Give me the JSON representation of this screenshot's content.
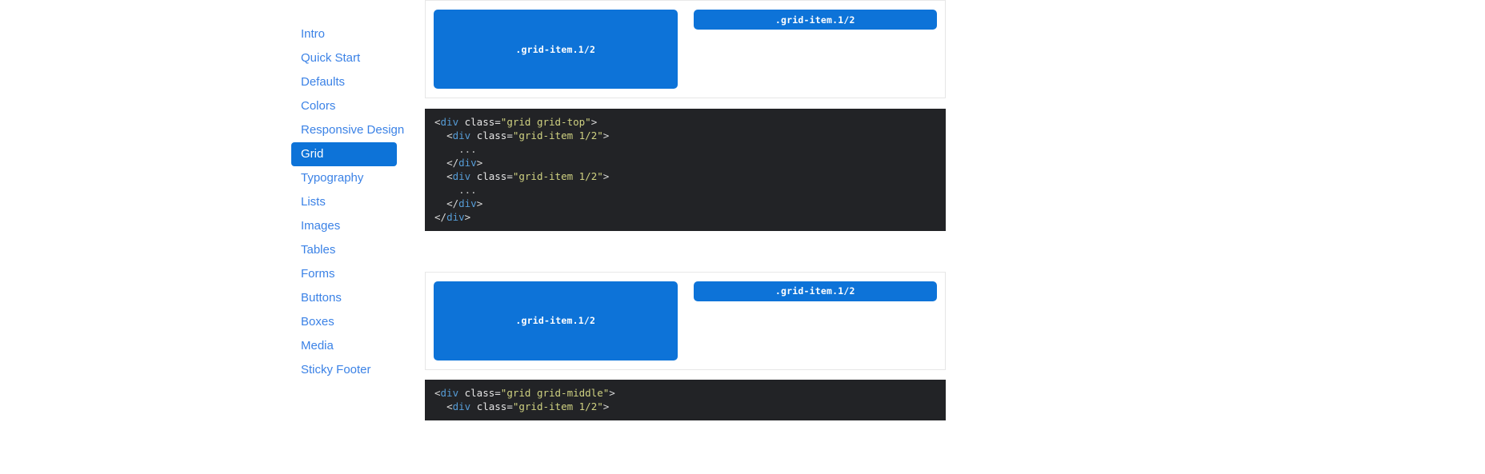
{
  "sidebar": {
    "items": [
      {
        "label": "Intro",
        "active": false
      },
      {
        "label": "Quick Start",
        "active": false
      },
      {
        "label": "Defaults",
        "active": false
      },
      {
        "label": "Colors",
        "active": false
      },
      {
        "label": "Responsive Design",
        "active": false
      },
      {
        "label": "Grid",
        "active": true
      },
      {
        "label": "Typography",
        "active": false
      },
      {
        "label": "Lists",
        "active": false
      },
      {
        "label": "Images",
        "active": false
      },
      {
        "label": "Tables",
        "active": false
      },
      {
        "label": "Forms",
        "active": false
      },
      {
        "label": "Buttons",
        "active": false
      },
      {
        "label": "Boxes",
        "active": false
      },
      {
        "label": "Media",
        "active": false
      },
      {
        "label": "Sticky Footer",
        "active": false
      }
    ]
  },
  "colors": {
    "accent": "#0d73d8",
    "link": "#3b82e6",
    "code_background": "#222326",
    "code_string": "#cfd181",
    "code_tag": "#569cd6",
    "panel_border": "#e6e6e6"
  },
  "demos": [
    {
      "id": "grid-top",
      "items": [
        {
          "label": ".grid-item.1/2",
          "size": "tall"
        },
        {
          "label": ".grid-item.1/2",
          "size": "short"
        }
      ],
      "code": {
        "lines": [
          {
            "indent": 0,
            "parts": [
              {
                "t": "punct",
                "v": "<"
              },
              {
                "t": "tag",
                "v": "div"
              },
              {
                "t": "attr",
                "v": " class="
              },
              {
                "t": "str",
                "v": "\"grid grid-top\""
              },
              {
                "t": "punct",
                "v": ">"
              }
            ]
          },
          {
            "indent": 1,
            "parts": [
              {
                "t": "punct",
                "v": "<"
              },
              {
                "t": "tag",
                "v": "div"
              },
              {
                "t": "attr",
                "v": " class="
              },
              {
                "t": "str",
                "v": "\"grid-item 1/2\""
              },
              {
                "t": "punct",
                "v": ">"
              }
            ]
          },
          {
            "indent": 2,
            "parts": [
              {
                "t": "dots",
                "v": "..."
              }
            ]
          },
          {
            "indent": 1,
            "parts": [
              {
                "t": "punct",
                "v": "</"
              },
              {
                "t": "tag",
                "v": "div"
              },
              {
                "t": "punct",
                "v": ">"
              }
            ]
          },
          {
            "indent": 1,
            "parts": [
              {
                "t": "punct",
                "v": "<"
              },
              {
                "t": "tag",
                "v": "div"
              },
              {
                "t": "attr",
                "v": " class="
              },
              {
                "t": "str",
                "v": "\"grid-item 1/2\""
              },
              {
                "t": "punct",
                "v": ">"
              }
            ]
          },
          {
            "indent": 2,
            "parts": [
              {
                "t": "dots",
                "v": "..."
              }
            ]
          },
          {
            "indent": 1,
            "parts": [
              {
                "t": "punct",
                "v": "</"
              },
              {
                "t": "tag",
                "v": "div"
              },
              {
                "t": "punct",
                "v": ">"
              }
            ]
          },
          {
            "indent": 0,
            "parts": [
              {
                "t": "punct",
                "v": "</"
              },
              {
                "t": "tag",
                "v": "div"
              },
              {
                "t": "punct",
                "v": ">"
              }
            ]
          }
        ]
      }
    },
    {
      "id": "grid-middle",
      "items": [
        {
          "label": ".grid-item.1/2",
          "size": "tall"
        },
        {
          "label": ".grid-item.1/2",
          "size": "short"
        }
      ],
      "code": {
        "lines": [
          {
            "indent": 0,
            "parts": [
              {
                "t": "punct",
                "v": "<"
              },
              {
                "t": "tag",
                "v": "div"
              },
              {
                "t": "attr",
                "v": " class="
              },
              {
                "t": "str",
                "v": "\"grid grid-middle\""
              },
              {
                "t": "punct",
                "v": ">"
              }
            ]
          },
          {
            "indent": 1,
            "parts": [
              {
                "t": "punct",
                "v": "<"
              },
              {
                "t": "tag",
                "v": "div"
              },
              {
                "t": "attr",
                "v": " class="
              },
              {
                "t": "str",
                "v": "\"grid-item 1/2\""
              },
              {
                "t": "punct",
                "v": ">"
              }
            ]
          }
        ]
      }
    }
  ]
}
